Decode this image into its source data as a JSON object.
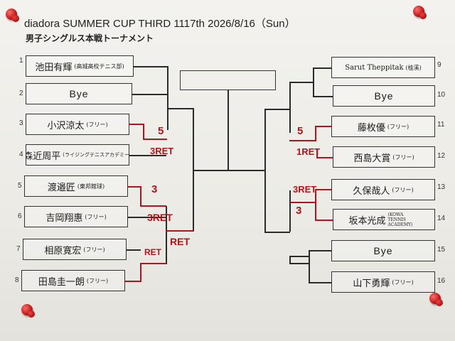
{
  "document": {
    "title": "diadora SUMMER CUP THIRD 1117th 2026/8/16（Sun）",
    "subtitle": "男子シングルス本戦トーナメント"
  },
  "players": [
    {
      "slot": "1",
      "name": "池田有輝",
      "affiliation": "(高城高校テニス部)"
    },
    {
      "slot": "2",
      "name": "Bye",
      "affiliation": ""
    },
    {
      "slot": "3",
      "name": "小沢涼太",
      "affiliation": "(フリー)"
    },
    {
      "slot": "4",
      "name": "森近周平",
      "affiliation": "(ライジングテニスアカデミー)"
    },
    {
      "slot": "5",
      "name": "渡邉匠",
      "affiliation": "(東邦館球)"
    },
    {
      "slot": "6",
      "name": "吉岡翔惠",
      "affiliation": "(フリー)"
    },
    {
      "slot": "7",
      "name": "相原寛宏",
      "affiliation": "(フリー)"
    },
    {
      "slot": "8",
      "name": "田島圭一朗",
      "affiliation": "(フリー)"
    },
    {
      "slot": "9",
      "name": "Sarut Theppitak",
      "affiliation": "(桂溪)"
    },
    {
      "slot": "10",
      "name": "Bye",
      "affiliation": ""
    },
    {
      "slot": "11",
      "name": "藤枚優",
      "affiliation": "(フリー)"
    },
    {
      "slot": "12",
      "name": "西島大賞",
      "affiliation": "(フリー)"
    },
    {
      "slot": "13",
      "name": "久保哉人",
      "affiliation": "(フリー)"
    },
    {
      "slot": "14",
      "name": "坂本光成",
      "affiliation": "(KOWA TENNIS ACADEMY)"
    },
    {
      "slot": "15",
      "name": "Bye",
      "affiliation": ""
    },
    {
      "slot": "16",
      "name": "山下勇輝",
      "affiliation": "(フリー)"
    }
  ],
  "scores": {
    "m3_4_winner": "5",
    "m3_4_loser": "3RET",
    "m5_6_winner": "3",
    "m5_6_loser": "3RET",
    "m7_8": "RET",
    "qf_left": "RET",
    "m11_12_winner": "5",
    "m11_12_loser": "1RET",
    "m13_14_loser": "3RET",
    "m13_14_winner": "3"
  },
  "colors": {
    "ink": "#2b2b2b",
    "red_marker": "#b3131b",
    "pin": "#c01818"
  }
}
